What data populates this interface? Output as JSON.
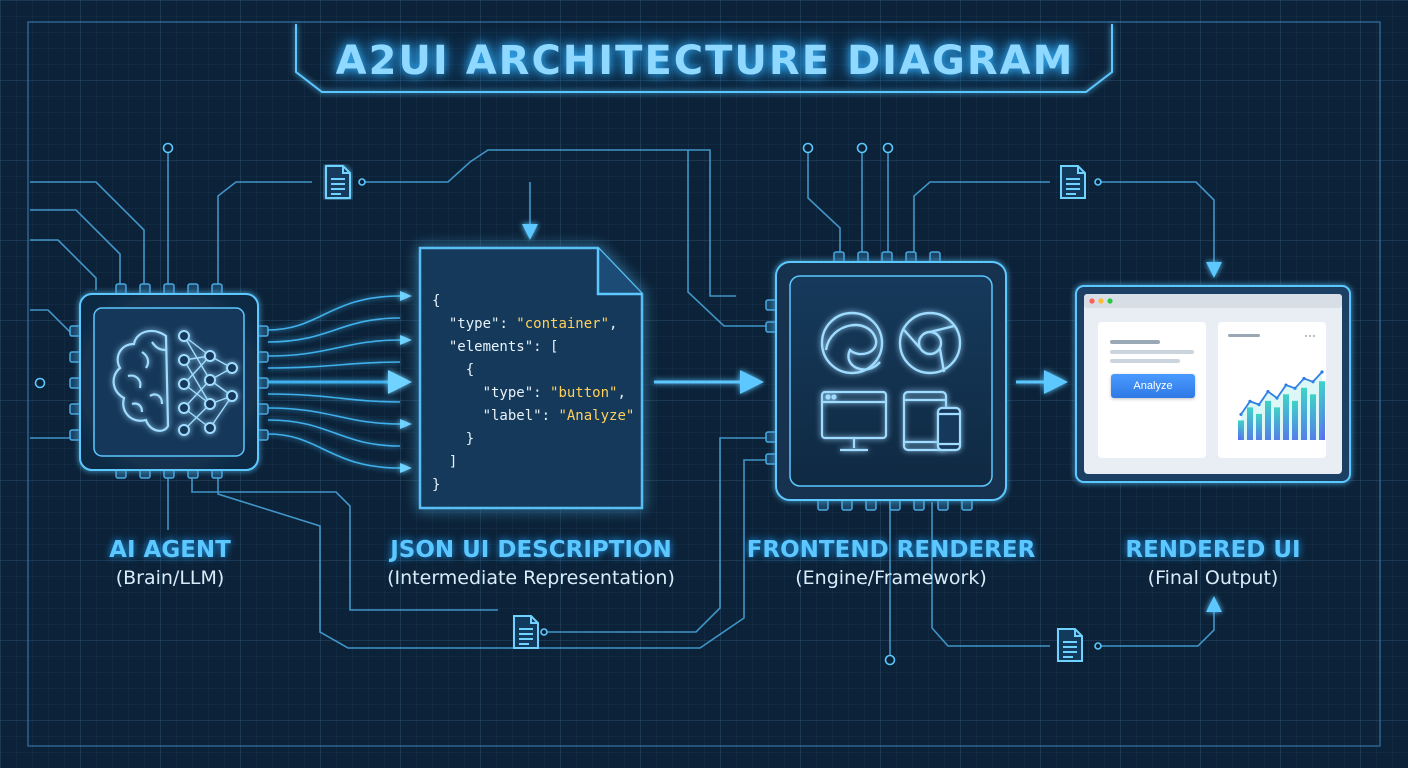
{
  "title": "A2UI ARCHITECTURE DIAGRAM",
  "nodes": [
    {
      "title": "AI AGENT",
      "subtitle": "(Brain/LLM)"
    },
    {
      "title": "JSON UI DESCRIPTION",
      "subtitle": "(Intermediate Representation)"
    },
    {
      "title": "FRONTEND RENDERER",
      "subtitle": "(Engine/Framework)"
    },
    {
      "title": "RENDERED UI",
      "subtitle": "(Final Output)"
    }
  ],
  "json_code": {
    "open_brace": "{",
    "type_key": "\"type\"",
    "type_value": "\"container\"",
    "elements_key": "\"elements\"",
    "inner_open": "{",
    "button_type_key": "\"type\"",
    "button_type_value": "\"button\"",
    "label_key": "\"label\"",
    "label_value": "\"Analyze\"",
    "inner_close": "}",
    "array_close": "]",
    "close_brace": "}"
  },
  "rendered_ui": {
    "button_label": "Analyze",
    "chart_data": {
      "type": "bar",
      "values": [
        3,
        5,
        4,
        6,
        5,
        7,
        6,
        8,
        7,
        9
      ],
      "trend": [
        3,
        5,
        4.5,
        6.5,
        5.5,
        7.5,
        7,
        8.5,
        8,
        9.5
      ]
    }
  },
  "colors": {
    "accent": "#5cc8ff",
    "glow": "#38b6ff",
    "background": "#0c2238",
    "string_value": "#ffd05a"
  },
  "icons": [
    "brain-icon",
    "neural-network-icon",
    "document-icon",
    "edge-browser-icon",
    "chrome-browser-icon",
    "monitor-icon",
    "tablet-icon",
    "phone-icon"
  ]
}
